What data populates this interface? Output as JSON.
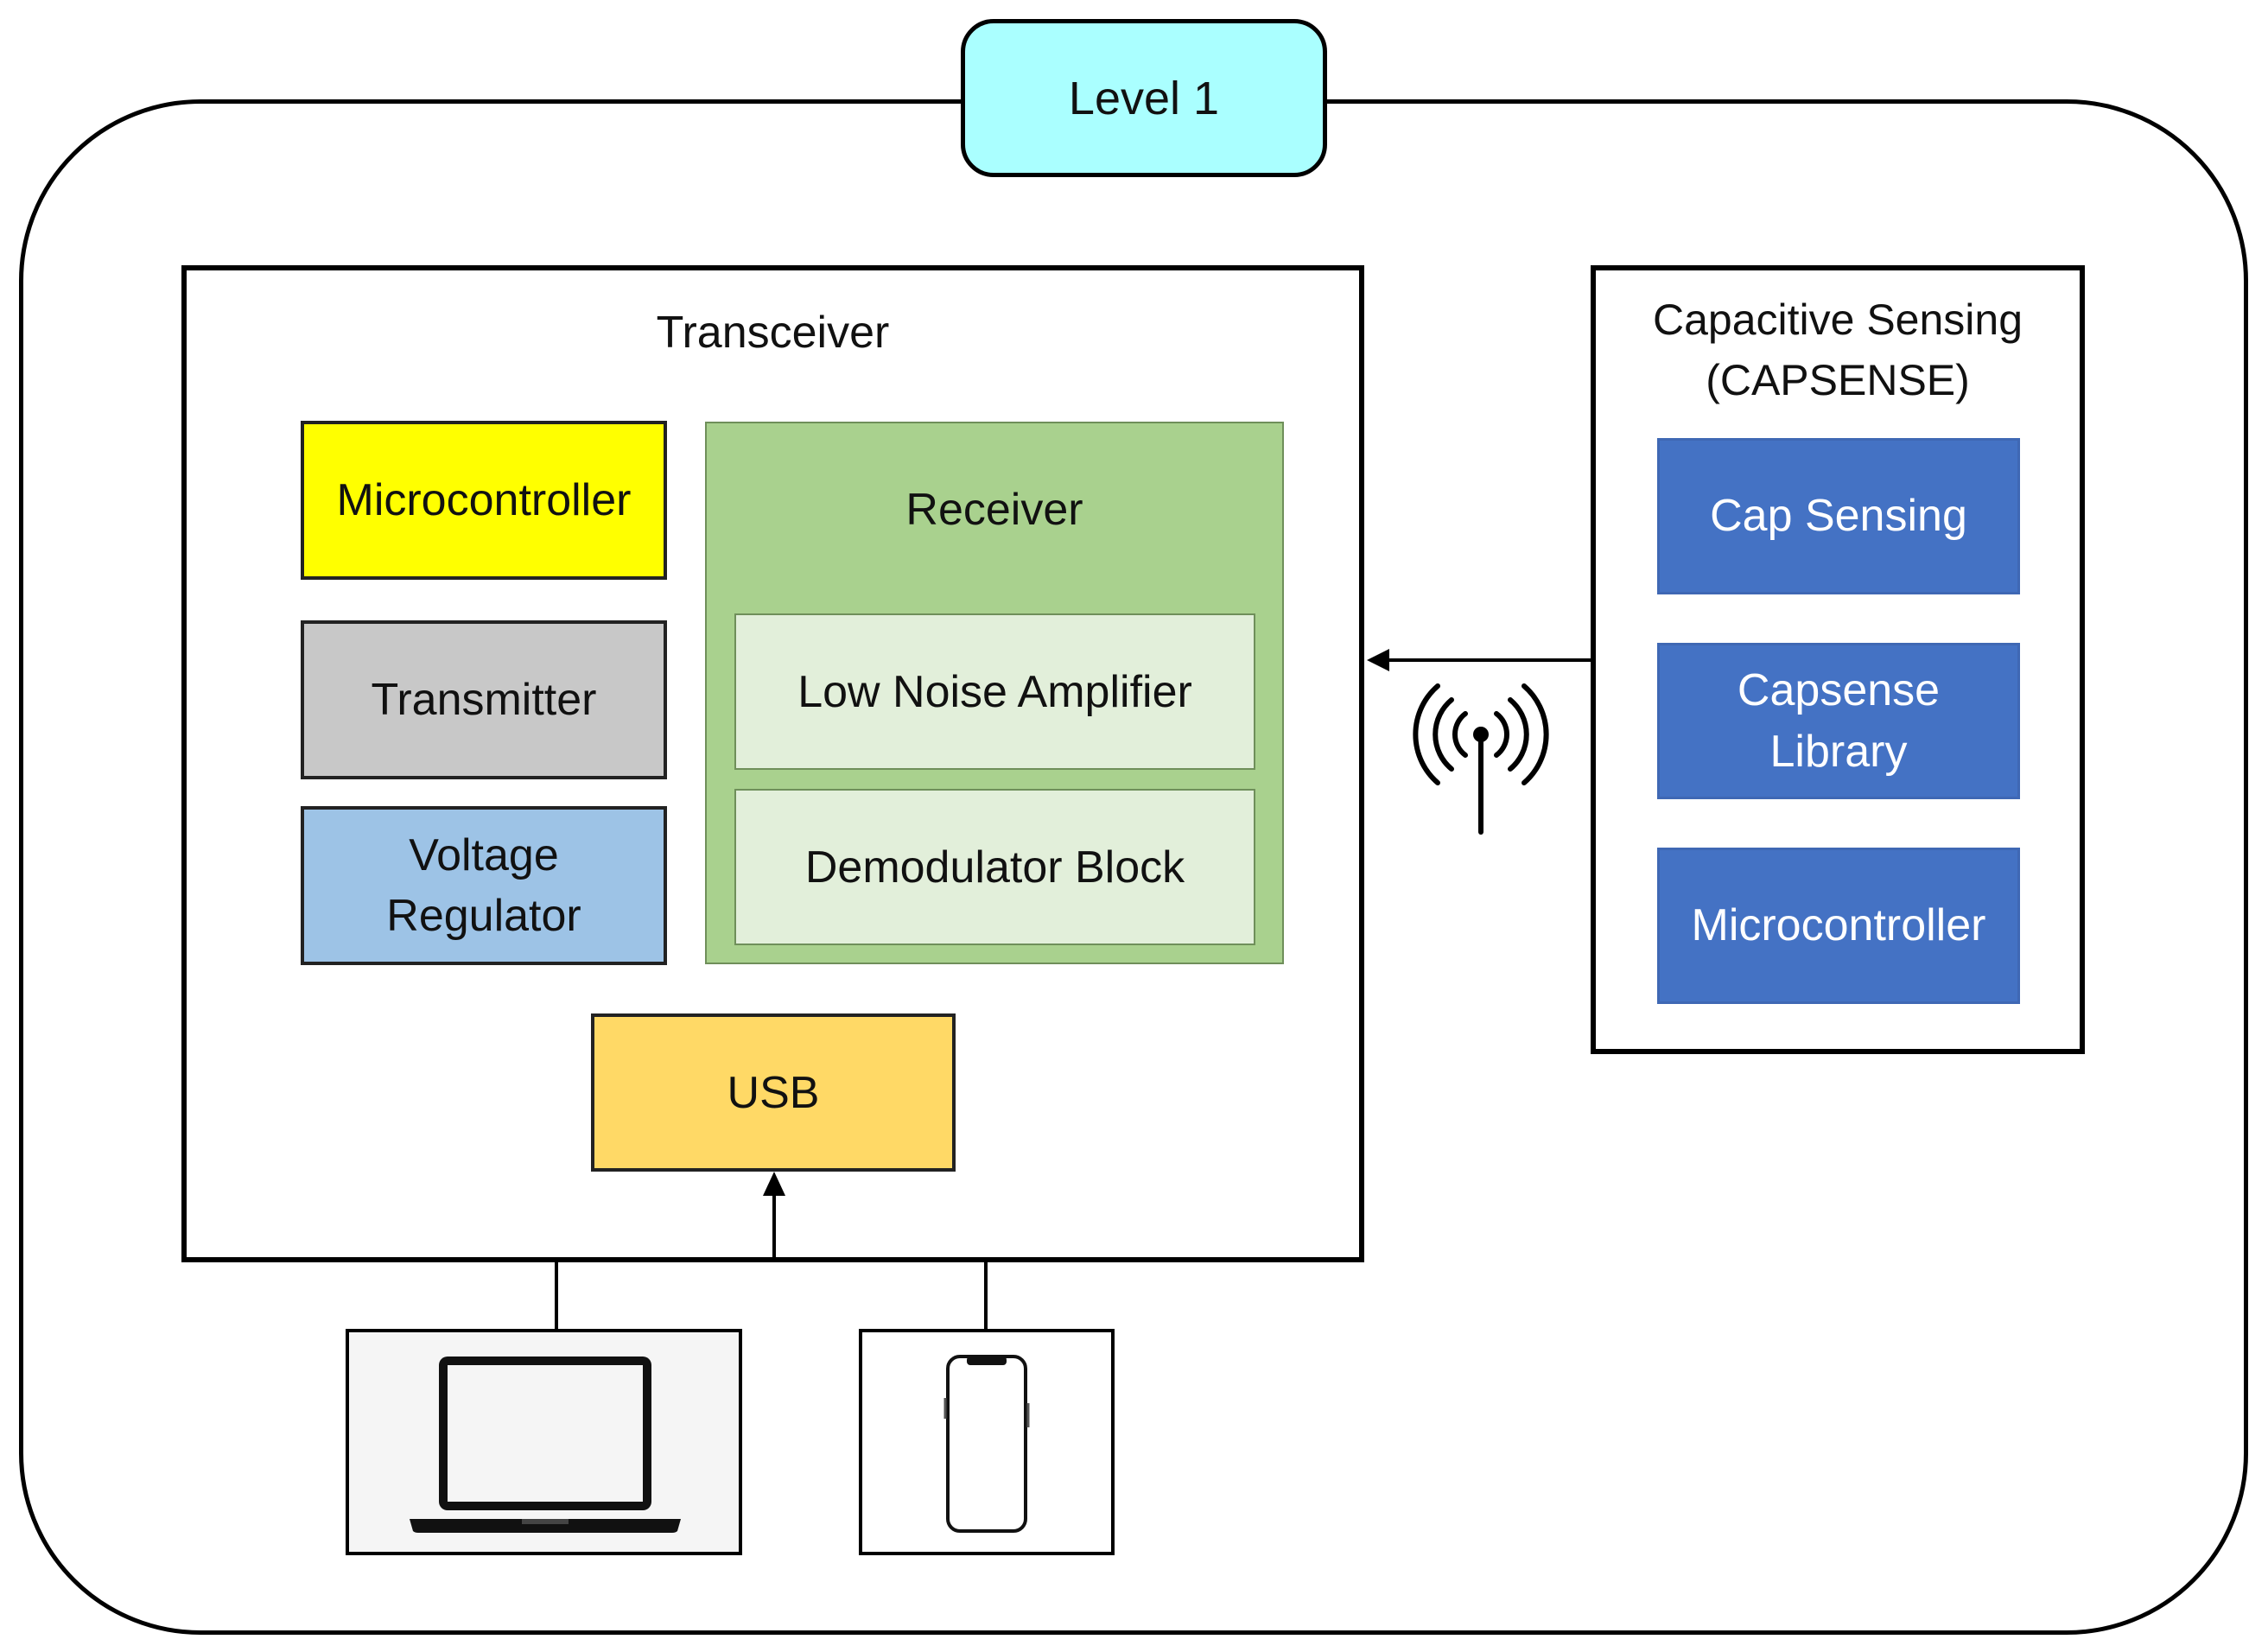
{
  "level": {
    "label": "Level 1"
  },
  "transceiver": {
    "title": "Transceiver",
    "blocks": {
      "microcontroller": "Microcontroller",
      "transmitter": "Transmitter",
      "voltage_regulator_line1": "Voltage",
      "voltage_regulator_line2": "Regulator",
      "usb": "USB"
    },
    "receiver": {
      "title": "Receiver",
      "low_noise_amplifier": "Low Noise Amplifier",
      "demodulator": "Demodulator Block"
    }
  },
  "capsense": {
    "title_line1": "Capacitive Sensing",
    "title_line2": "(CAPSENSE)",
    "blocks": {
      "cap_sensing": "Cap Sensing",
      "library_line1": "Capsense",
      "library_line2": "Library",
      "microcontroller": "Microcontroller"
    }
  },
  "devices": {
    "laptop_icon": "laptop-icon",
    "phone_icon": "smartphone-icon",
    "antenna_icon": "wireless-antenna-icon"
  },
  "colors": {
    "level_bg": "#aaffff",
    "microcontroller_bg": "#ffff00",
    "transmitter_bg": "#c8c8c8",
    "voltage_regulator_bg": "#9dc3e6",
    "receiver_bg": "#a9d18e",
    "receiver_inner_bg": "#e2efda",
    "usb_bg": "#ffd966",
    "capsense_block_bg": "#4472c4"
  }
}
